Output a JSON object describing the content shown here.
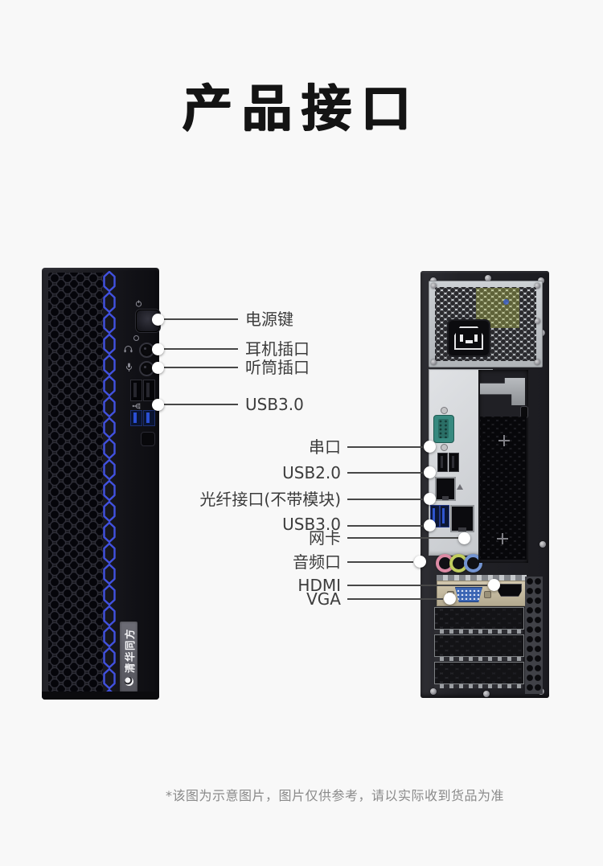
{
  "title": "产品接口",
  "front_panel": {
    "brand": "清华同方",
    "labels": [
      {
        "text": "电源键"
      },
      {
        "text": "耳机插口"
      },
      {
        "text": "听筒插口"
      },
      {
        "text": "USB3.0"
      }
    ]
  },
  "rear_panel": {
    "labels": [
      {
        "text": "串口"
      },
      {
        "text": "USB2.0"
      },
      {
        "text": "光纤接口(不带模块)"
      },
      {
        "text": "USB3.0"
      },
      {
        "text": "网卡"
      },
      {
        "text": "音频口"
      },
      {
        "text": "HDMI"
      },
      {
        "text": "VGA"
      }
    ]
  },
  "disclaimer": "*该图为示意图片，图片仅供参考，请以实际收到货品为准",
  "icons": {
    "front": [
      "power-icon",
      "led-icon",
      "headphone-icon",
      "mic-icon",
      "usb-icon"
    ],
    "rear": [
      "network-icon"
    ]
  },
  "colors": {
    "page_background": "#f8f8f8",
    "title_color": "#141414",
    "label_color": "#3c3c3c",
    "leader_line": "#474747",
    "chain_stripe_blue": "#4151e0",
    "usb3_blue": "#2b4fd4",
    "serial_port_teal": "#37897f",
    "vga_blue": "#3c66b4",
    "audio_jack_pink": "#dc8aa4",
    "audio_jack_lime": "#c0cd5e",
    "audio_jack_blue": "#7394d2",
    "disclaimer_gray": "#8a8a8a"
  }
}
